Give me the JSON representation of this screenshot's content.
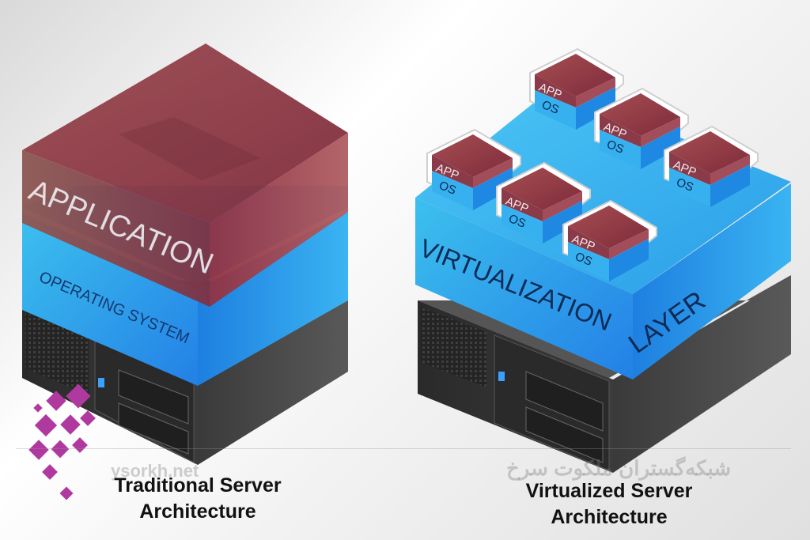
{
  "traditional": {
    "application_label": "APPLICATION",
    "os_label": "OPERATING SYSTEM",
    "caption_line1": "Traditional Server",
    "caption_line2": "Architecture"
  },
  "virtualized": {
    "layer_label_front": "VIRTUALIZATION",
    "layer_label_side": "LAYER",
    "vm_app_label": "APP",
    "vm_os_label": "OS",
    "caption_line1": "Virtualized Server",
    "caption_line2": "Architecture"
  },
  "watermark": {
    "latin": "ysorkh.net",
    "persian": "شبکه‌گستران ملکوت سرخ"
  },
  "colors": {
    "application_red": "#8e3a45",
    "os_blue": "#2aa0ea",
    "virtualization_blue": "#31aef0",
    "server_dark": "#333333",
    "logo_magenta": "#b0399f"
  }
}
